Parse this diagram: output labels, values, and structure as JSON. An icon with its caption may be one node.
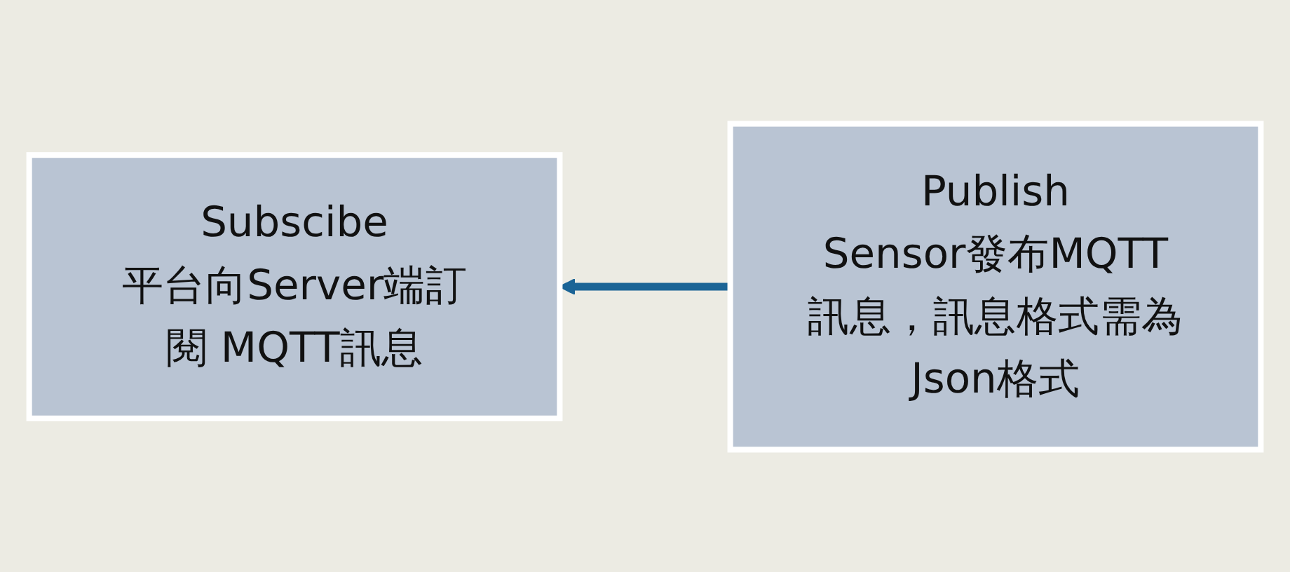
{
  "diagram": {
    "nodes": [
      {
        "text": [
          "Subscibe",
          "平台向Server端訂閱 MQTT訊息"
        ]
      },
      {
        "text": [
          "Publish",
          "Sensor發布MQTT訊息，訊息格式需為Json格式"
        ]
      }
    ],
    "edges": [
      {
        "from": 1,
        "to": 0,
        "arrow": "to"
      }
    ]
  }
}
